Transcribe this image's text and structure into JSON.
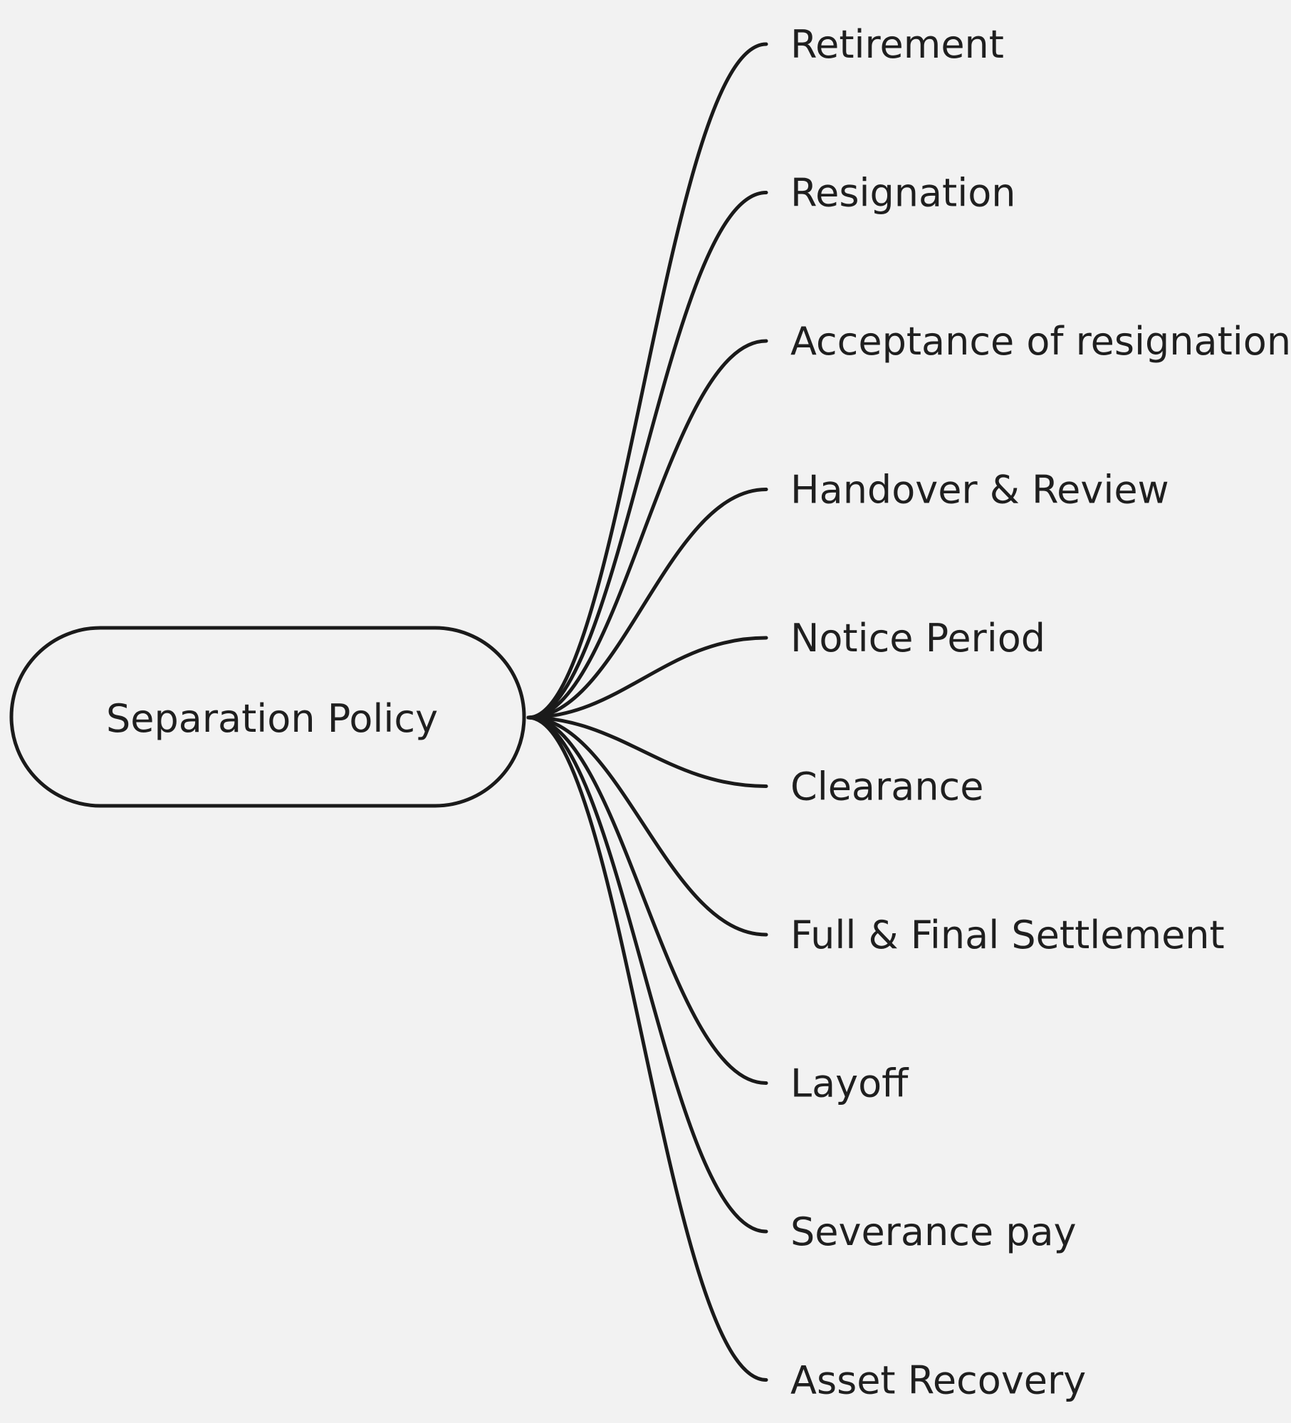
{
  "root": {
    "label": "Separation Policy"
  },
  "branches": [
    {
      "label": "Retirement"
    },
    {
      "label": "Resignation"
    },
    {
      "label": "Acceptance of resignation"
    },
    {
      "label": "Handover & Review"
    },
    {
      "label": "Notice Period"
    },
    {
      "label": "Clearance"
    },
    {
      "label": "Full & Final Settlement"
    },
    {
      "label": "Layoff"
    },
    {
      "label": "Severance pay"
    },
    {
      "label": "Asset Recovery"
    }
  ],
  "colors": {
    "background": "#f2f2f2",
    "stroke": "#1a1a1a",
    "text": "#1f1f1f"
  }
}
